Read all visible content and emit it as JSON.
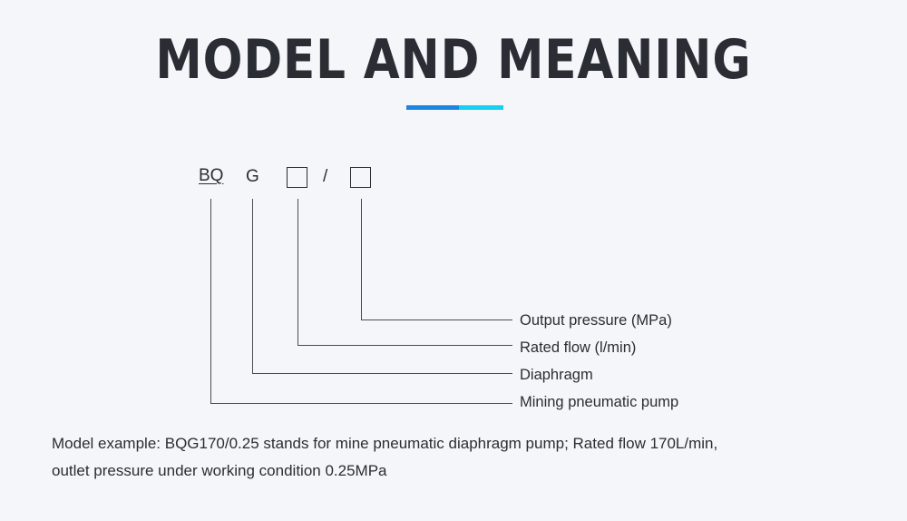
{
  "header": {
    "title": "MODEL AND MEANING",
    "underline_colors": [
      "#1a86e2",
      "#16d0f2"
    ]
  },
  "diagram": {
    "code_parts": {
      "prefix": "BQ",
      "letter": "G",
      "separator": "/"
    },
    "legend": [
      "Output pressure (MPa)",
      "Rated flow (l/min)",
      "Diaphragm",
      "Mining pneumatic pump"
    ]
  },
  "example": {
    "line1": "Model example: BQG170/0.25 stands for mine pneumatic diaphragm pump; Rated flow 170L/min,",
    "line2": "outlet pressure under working condition 0.25MPa"
  },
  "colors": {
    "background": "#f4f6fa",
    "text": "#2b2d31",
    "lines": "#4a4c50"
  }
}
